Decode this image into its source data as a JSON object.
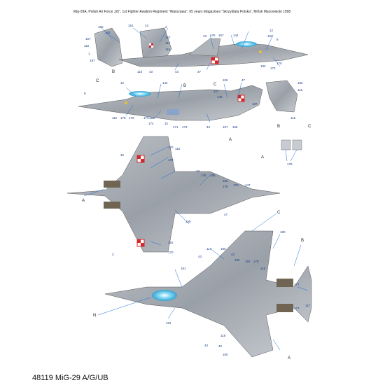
{
  "header": {
    "caption": "Mig-29A, Polish Air Force „65”, 1st Fighter Aviation Regiment “Warszawa”, 65 years Magazines “Skrzydlata Polska”, Mińsk Mazowiecki 1998"
  },
  "footer": {
    "code": "48119 MiG-29 A/G/UB"
  },
  "views": {
    "side_right": {
      "labels": [
        "180",
        "163",
        "161",
        "150",
        "43",
        "2",
        "118",
        "160",
        "167",
        "117",
        "116",
        "1",
        "197",
        "C",
        "B",
        "110",
        "152",
        "43",
        "176",
        "167",
        "144",
        "12",
        "154",
        "171",
        "116",
        "37",
        "43",
        "182",
        "181",
        "172",
        "170"
      ]
    },
    "side_left": {
      "labels": [
        "9",
        "12",
        "144",
        "B",
        "C",
        "106",
        "47",
        "107",
        "149",
        "187",
        "112",
        "175",
        "170",
        "173",
        "153",
        "174",
        "2",
        "43",
        "105",
        "167",
        "32",
        "171",
        "173",
        "165",
        "116",
        "C",
        "B",
        "118"
      ]
    },
    "nozzles": {
      "labels": [
        "A",
        "178"
      ]
    },
    "bottom": {
      "labels": [
        "170",
        "116",
        "46",
        "170",
        "A",
        "43",
        "176",
        "156",
        "150",
        "178",
        "170",
        "147",
        "47",
        "159",
        "116",
        "3",
        "170"
      ]
    },
    "top": {
      "labels": [
        "C",
        "180",
        "114",
        "43",
        "180",
        "181",
        "43",
        "182",
        "150",
        "178",
        "116",
        "B",
        "117",
        "177",
        "N",
        "181",
        "118",
        "A",
        "160",
        "40",
        "43"
      ]
    }
  },
  "colors": {
    "camo_light": "#c9ccd2",
    "camo_dark": "#8b9098",
    "leader": "#1a6fd1",
    "canopy": "#6ec6ea",
    "roundel_red": "#d6282b"
  }
}
